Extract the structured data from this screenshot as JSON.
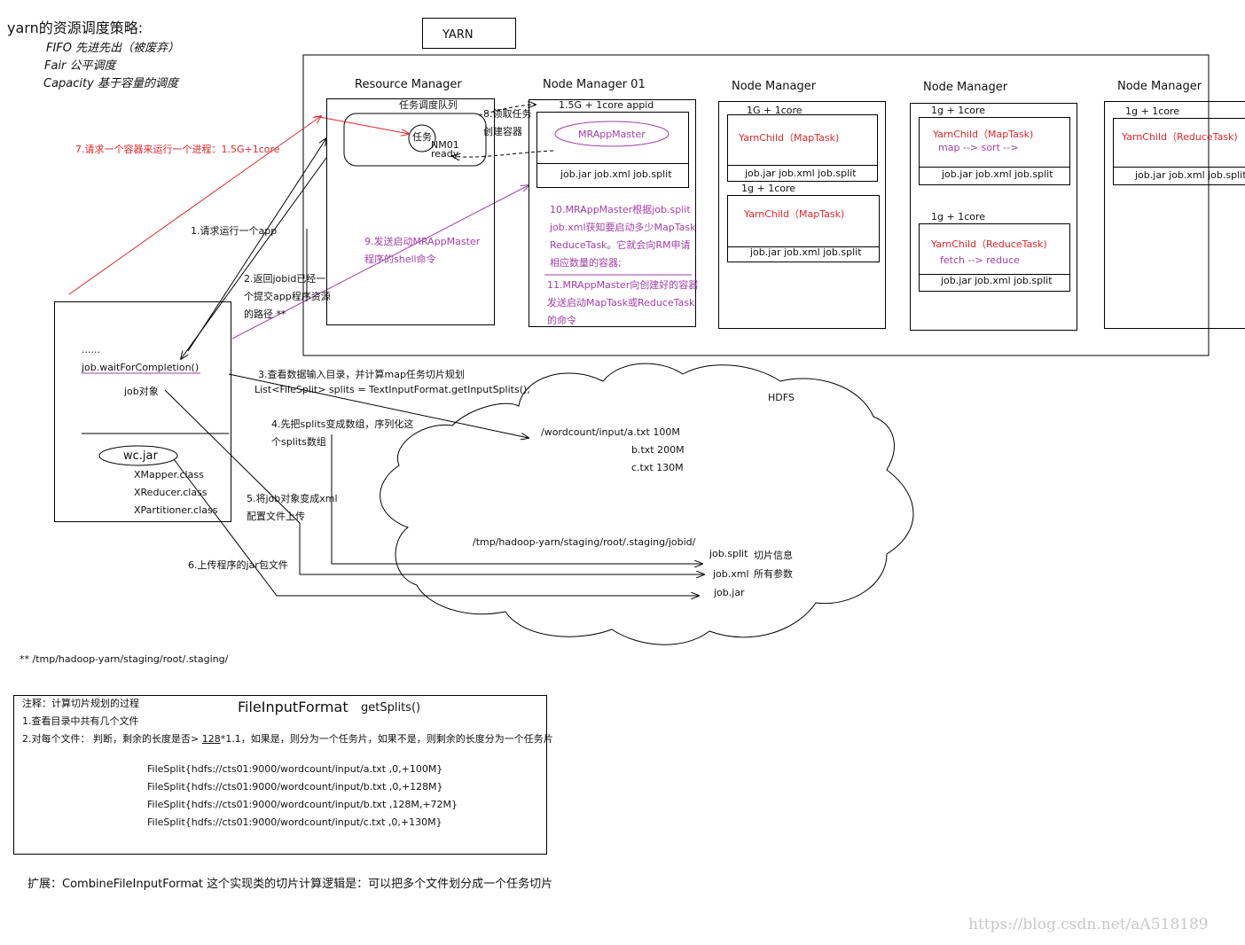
{
  "strategy": {
    "title": "yarn的资源调度策略:",
    "items": [
      "FIFO  先进先出（被废弃）",
      "Fair  公平调度",
      "Capacity  基于容量的调度"
    ]
  },
  "yarn_label": "YARN",
  "rm": {
    "title": "Resource Manager",
    "queue": "任务调度队列",
    "task": "任务",
    "nm01": "NM01",
    "ready": "ready"
  },
  "nm01": {
    "title": "Node  Manager  01",
    "spec": "1.5G  +  1core   appid",
    "mrappmaster": "MRAppMaster",
    "files": "job.jar  job.xml  job.split",
    "note10": [
      "10.MRAppMaster根据job.split",
      "job.xml获知要启动多少MapTask",
      "ReduceTask。它就会向RM申请",
      "相应数量的容器;"
    ],
    "note11": [
      "11.MRAppMaster向创建好的容器",
      "发送启动MapTask或ReduceTask",
      "的命令"
    ]
  },
  "nm2": {
    "title": "Node  Manager",
    "c1_spec": "1G + 1core",
    "c1_child": "YarnChild（MapTask)",
    "c1_files": "job.jar  job.xml  job.split",
    "c2_spec": "1g + 1core",
    "c2_child": "YarnChild（MapTask)",
    "c2_files": "job.jar  job.xml  job.split"
  },
  "nm3": {
    "title": "Node  Manager",
    "c1_spec": "1g + 1core",
    "c1_child": "YarnChild（MapTask)",
    "c1_sub": "map --> sort -->",
    "c1_files": "job.jar  job.xml  job.split",
    "c2_spec": "1g + 1core",
    "c2_child": "YarnChild（ReduceTask)",
    "c2_sub": "fetch -->  reduce",
    "c2_files": "job.jar  job.xml  job.split"
  },
  "nm4": {
    "title": "Node  Manager",
    "c1_spec": "1g + 1core",
    "c1_child": "YarnChild（ReduceTask)",
    "c1_files": "job.jar  job.xml  job.split"
  },
  "client": {
    "dots": "......",
    "wait": "job.waitForCompletion()",
    "jobobj": "job对象",
    "wcjar": "wc.jar",
    "classes": [
      "XMapper.class",
      "XReducer.class",
      "XPartitioner.class"
    ]
  },
  "steps": {
    "s1": "1.请求运行一个app",
    "s2": [
      "2.返回jobid已经一",
      "个提交app程序资源",
      "的路径 **"
    ],
    "s3": [
      "3.查看数据输入目录，并计算map任务切片规划",
      "List<FileSplit> splits = TextInputFormat.getInputSplits();"
    ],
    "s4": [
      "4.先把splits变成数组，序列化这",
      "个splits数组"
    ],
    "s5": [
      "5.将job对象变成xml",
      "配置文件上传"
    ],
    "s6": "6.上传程序的jar包文件",
    "s7": "7.请求一个容器来运行一个进程：1.5G+1core",
    "s8": [
      "8.领取任务",
      "创建容器"
    ],
    "s9": [
      "9.发送启动MRAppMaster",
      "程序的shell命令"
    ]
  },
  "hdfs": {
    "label": "HDFS",
    "input": [
      "/wordcount/input/a.txt 100M",
      "b.txt  200M",
      "c.txt   130M"
    ],
    "staging": "/tmp/hadoop-yarn/staging/root/.staging/jobid/",
    "files": [
      "job.split",
      "job.xml",
      "job.jar"
    ],
    "descs": [
      "切片信息",
      "所有参数"
    ]
  },
  "footnote": "**  /tmp/hadoop-yarn/staging/root/.staging/",
  "notes": {
    "label": "注释：计算切片规划的过程",
    "title": "FileInputFormat",
    "method": "getSplits()",
    "l1": "1.查看目录中共有几个文件",
    "l2a": "2.对每个文件：  判断，剩余的长度是否> ",
    "l2b": "128",
    "l2c": "*1.1，如果是，则分为一个任务片，如果不是，则剩余的长度分为一个任务片",
    "splits": [
      "FileSplit{hdfs://cts01:9000/wordcount/input/a.txt ,0,+100M}",
      "FileSplit{hdfs://cts01:9000/wordcount/input/b.txt ,0,+128M}",
      "FileSplit{hdfs://cts01:9000/wordcount/input/b.txt ,128M,+72M}",
      "FileSplit{hdfs://cts01:9000/wordcount/input/c.txt ,0,+130M}"
    ]
  },
  "extension": "扩展：CombineFileInputFormat  这个实现类的切片计算逻辑是：可以把多个文件划分成一个任务切片",
  "watermark": "https://blog.csdn.net/aA518189",
  "colors": {
    "red": "#e0262a",
    "purple": "#a33ea8"
  }
}
